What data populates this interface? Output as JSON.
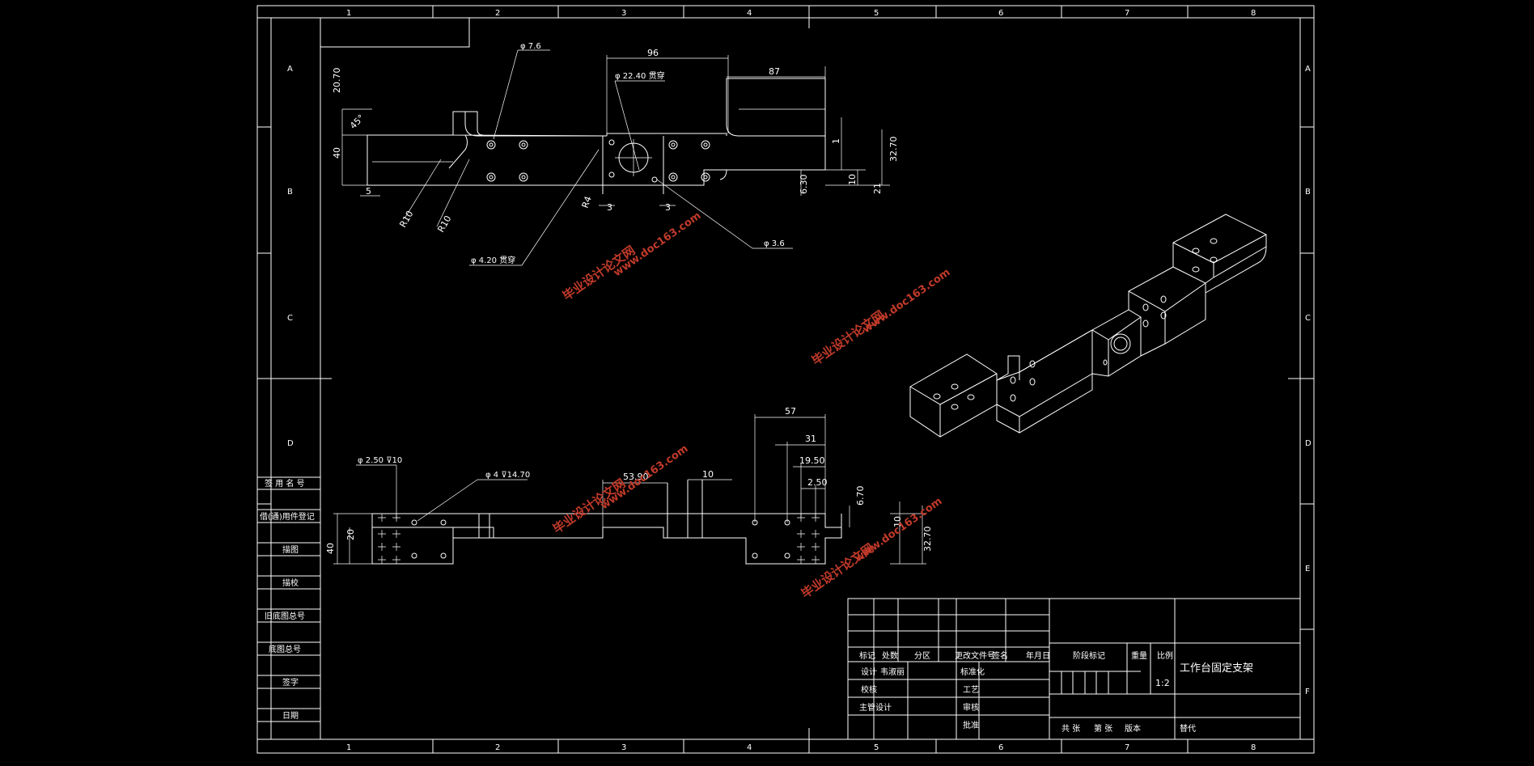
{
  "frame": {
    "columns": [
      "1",
      "2",
      "3",
      "4",
      "5",
      "6",
      "7",
      "8"
    ],
    "rows": [
      "A",
      "B",
      "C",
      "D",
      "E",
      "F"
    ]
  },
  "top_view": {
    "dims": {
      "d96": "96",
      "d87": "87",
      "h2070": "20.70",
      "h40": "40",
      "d5": "5",
      "ang45": "45°",
      "r10a": "R10",
      "r10b": "R10",
      "d3a": "3",
      "d3b": "3",
      "r4": "R4",
      "d630": "6.30",
      "d10": "10",
      "d21": "21",
      "d3270": "32.70",
      "d1": "1"
    },
    "callouts": {
      "hole_7": "φ 7.6",
      "hole_2240": "φ 22.40 贯穿",
      "hole_420": "φ 4.20 贯穿",
      "hole_3": "φ 3.6"
    }
  },
  "front_view": {
    "dims": {
      "d57": "57",
      "d31": "31",
      "d1950": "19.50",
      "d250": "2.50",
      "d5390": "53.90",
      "d10a": "10",
      "d670": "6.70",
      "d10b": "10",
      "d3270": "32.70",
      "h20": "20",
      "h40": "40"
    },
    "callouts": {
      "hole_250": "φ 2.50 ⊽10",
      "hole_4": "φ 4 ⊽14.70"
    }
  },
  "left_strip": [
    "签 用 名 号",
    "借(通)用件登记",
    "描图",
    "描校",
    "旧底图总号",
    "底图总号",
    "签字",
    "日期"
  ],
  "title_block": {
    "headers": [
      "标记",
      "处数",
      "分区",
      "更改文件号",
      "签名",
      "年月日"
    ],
    "design_label": "设计",
    "designer": "韦淑丽",
    "standard_label": "标准化",
    "check_label": "校核",
    "process_label": "工艺",
    "chief_label": "主管设计",
    "review_label": "审核",
    "approve_label": "批准",
    "stage_label": "阶段标记",
    "weight_label": "重量",
    "scale_label": "比例",
    "scale_value": "1:2",
    "sheets_label": "共 张",
    "sheet_label": "第 张",
    "version_label": "版本",
    "replace_label": "替代",
    "part_name": "工作台固定支架"
  },
  "watermark": {
    "cn": "毕业设计论文网",
    "url": "www.doc163.com"
  },
  "colors": {
    "line": "#ffffff",
    "background": "#000000",
    "watermark": "#c13a2a"
  }
}
